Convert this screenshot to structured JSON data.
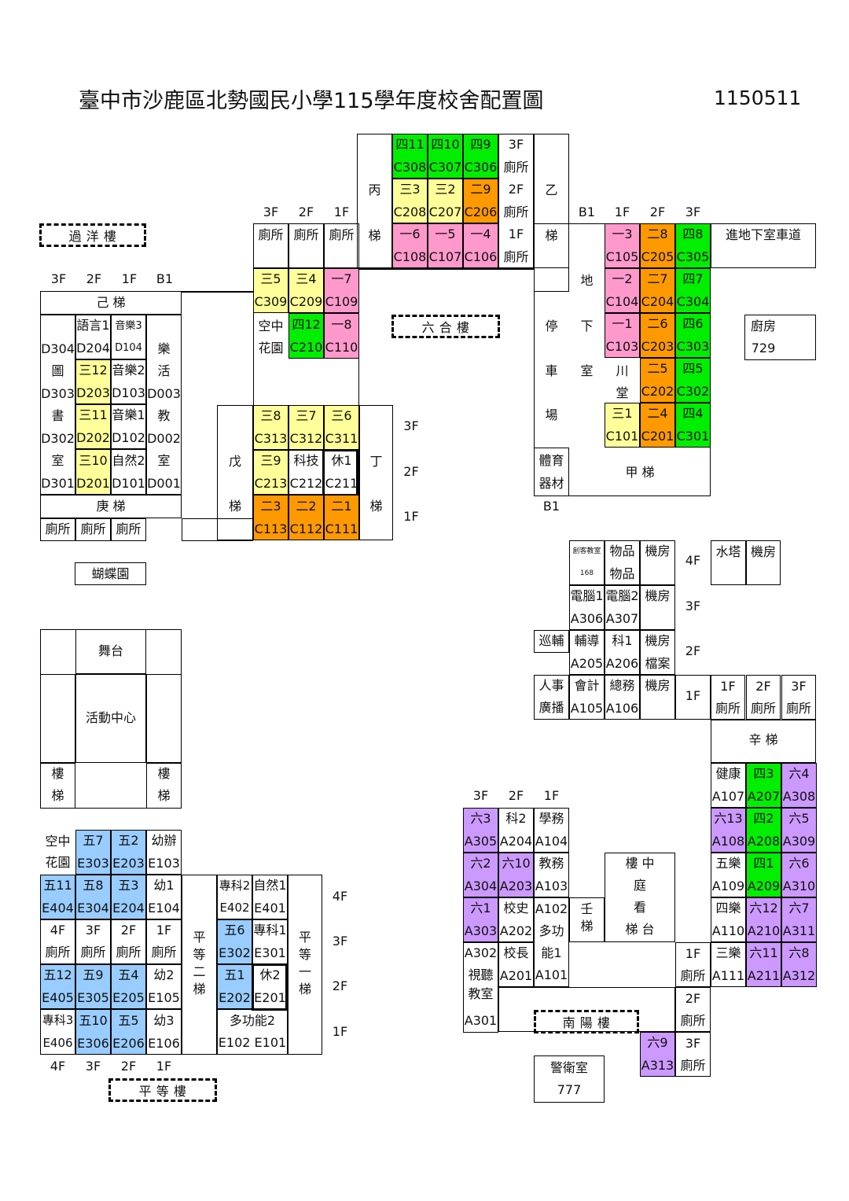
{
  "title": "臺中市沙鹿區北勢國民小學115學年度校舍配置圖",
  "version": "1150511",
  "colors": {
    "green": "#00ee00",
    "yellow": "#ffff99",
    "orange": "#ff9900",
    "pink": "#ff99cc",
    "blue": "#99ccff",
    "purple": "#cc99ff"
  },
  "building_tags": {
    "guoyang": "過 洋 樓",
    "liuhe": "六 合 樓",
    "nanyang": "南 陽 樓",
    "pingdeng": "平 等 樓"
  },
  "labels": {
    "bing": "丙",
    "yi": "乙",
    "ti1": "梯",
    "ti2": "梯",
    "ti3": "梯",
    "ti4": "梯",
    "di": "地",
    "xia": "下",
    "ting": "停",
    "shi": "室",
    "che": "車",
    "chang": "場",
    "chuan": "川",
    "tang": "堂",
    "kong1": "空中",
    "huayuan1": "花園",
    "wu": "戊",
    "ding": "丁",
    "ji": "己 梯",
    "geng": "庚 梯",
    "jia": "甲 梯",
    "tiyu1": "體育",
    "tiyu2": "器材",
    "chufang": "廚房",
    "chufang_no": "729",
    "xin": "辛 梯",
    "butterfly": "蝴蝶園",
    "stage": "舞台",
    "activity": "活動中心",
    "lou1": "樓",
    "ti5": "梯",
    "lou2": "樓",
    "ti6": "梯",
    "ren": "壬",
    "ti7": "梯",
    "tingzhong1": "樓 中",
    "tingzhong2": "庭",
    "tingzhong3": "看",
    "tingzhong4": "梯 台",
    "guard": "警衛室",
    "guard_no": "777",
    "garage": "進地下室車道",
    "shitingjiaoshi": "視聽",
    "shitingjiaoshi2": "教室",
    "duogong": "多功",
    "duogong2": "能1",
    "pingdeng2": "平",
    "pingdeng2b": "等",
    "pingdeng2c": "二",
    "pingdeng2d": "梯",
    "pingdeng1": "平",
    "pingdeng1b": "等",
    "pingdeng1c": "一",
    "pingdeng1d": "梯",
    "duogong3": "多功能2",
    "duogong3no": "E102 E101"
  },
  "floors": {
    "f3": "3F",
    "f2": "2F",
    "f1": "1F",
    "b1": "B1",
    "f4": "4F"
  },
  "rooms": {
    "c308n": "四11",
    "c308": "C308",
    "c307n": "四10",
    "c307": "C307",
    "c306n": "四9",
    "c306": "C306",
    "c208n": "三3",
    "c208": "C208",
    "c207n": "三2",
    "c207": "C207",
    "c206n": "二9",
    "c206": "C206",
    "c108n": "一6",
    "c108": "C108",
    "c107n": "一5",
    "c107": "C107",
    "c106n": "一4",
    "c106": "C106",
    "c105n": "一3",
    "c105": "C105",
    "c205n": "二8",
    "c205": "C205",
    "c305n": "四8",
    "c305": "C305",
    "c104n": "一2",
    "c104": "C104",
    "c204n": "二7",
    "c204": "C204",
    "c304n": "四7",
    "c304": "C304",
    "c103n": "一1",
    "c103": "C103",
    "c203n": "二6",
    "c203": "C203",
    "c303n": "四6",
    "c303": "C303",
    "c202n": "二5",
    "c202": "C202",
    "c302n": "四5",
    "c302": "C302",
    "c101n": "三1",
    "c101": "C101",
    "c201n": "二4",
    "c201": "C201",
    "c301n": "四4",
    "c301": "C301",
    "c309n": "三5",
    "c309": "C309",
    "c209n": "三4",
    "c209": "C209",
    "c109n": "一7",
    "c109": "C109",
    "c210n": "四12",
    "c210": "C210",
    "c110n": "一8",
    "c110": "C110",
    "c313n": "三8",
    "c313": "C313",
    "c312n": "三7",
    "c312": "C312",
    "c311n": "三6",
    "c311": "C311",
    "c213n": "三9",
    "c213": "C213",
    "c212n": "科技",
    "c212": "C212",
    "c211n": "休1",
    "c211": "C211",
    "c113n": "二3",
    "c113": "C113",
    "c112n": "二2",
    "c112": "C112",
    "c111n": "二1",
    "c111": "C111",
    "d204n": "語言1",
    "d204": "D204",
    "d104n": "音樂3",
    "d104": "D104",
    "d304": "D304",
    "d203n": "三12",
    "d203": "D203",
    "d103n": "音樂2",
    "d103": "D103",
    "d303": "D303",
    "d202n": "三11",
    "d202": "D202",
    "d102n": "音樂1",
    "d102": "D102",
    "d302": "D302",
    "d201n": "三10",
    "d201": "D201",
    "d101n": "自然2",
    "d101": "D101",
    "d301": "D301",
    "d003": "D003",
    "d002": "D002",
    "d001": "D001",
    "dcol1a": "圖",
    "dcol1b": "書",
    "dcol1c": "室",
    "dcol4a": "樂",
    "dcol4b": "活",
    "dcol4c": "教",
    "dcol4d": "室",
    "toilet": "廁所",
    "a168n": "創客教室",
    "a168": "168",
    "wupin": "物品",
    "jifang": "機房",
    "shuita": "水塔",
    "a306n": "電腦1",
    "a306": "A306",
    "a307n": "電腦2",
    "a307": "A307",
    "xunfu": "巡輔",
    "a205n": "輔導",
    "a205": "A205",
    "a206n": "科1",
    "a206": "A206",
    "dangan": "檔案",
    "renshi": "人事",
    "guangbo": "廣播",
    "a105n": "會計",
    "a105": "A105",
    "a106n": "總務",
    "a106": "A106",
    "a107n": "健康",
    "a107": "A107",
    "a207n": "四3",
    "a207": "A207",
    "a308n": "六4",
    "a308": "A308",
    "a108n": "六13",
    "a108": "A108",
    "a208n": "四2",
    "a208": "A208",
    "a309n": "六5",
    "a309": "A309",
    "a109n": "五樂",
    "a109": "A109",
    "a209n": "四1",
    "a209": "A209",
    "a310n": "六6",
    "a310": "A310",
    "a110n": "四樂",
    "a110": "A110",
    "a210n": "六12",
    "a210": "A210",
    "a311n": "六7",
    "a311": "A311",
    "a111n": "三樂",
    "a111": "A111",
    "a211n": "六11",
    "a211": "A211",
    "a312n": "六8",
    "a312": "A312",
    "a305n": "六3",
    "a305": "A305",
    "a204n": "科2",
    "a204": "A204",
    "a104n": "學務",
    "a104": "A104",
    "a304n": "六2",
    "a304": "A304",
    "a203n": "六10",
    "a203": "A203",
    "a103n": "教務",
    "a103": "A103",
    "a303n": "六1",
    "a303": "A303",
    "a202n": "校史",
    "a202": "A202",
    "a102": "A102",
    "a302": "A302",
    "a201n": "校長",
    "a201": "A201",
    "a101": "A101",
    "a301": "A301",
    "a313n": "六9",
    "a313": "A313",
    "e303n": "五7",
    "e303": "E303",
    "e203n": "五2",
    "e203": "E203",
    "e103n": "幼辦",
    "e103": "E103",
    "e404n": "五11",
    "e404": "E404",
    "e304n": "五8",
    "e304": "E304",
    "e204n": "五3",
    "e204": "E204",
    "e104n": "幼1",
    "e104": "E104",
    "e405n": "五12",
    "e405": "E405",
    "e305n": "五9",
    "e305": "E305",
    "e205n": "五4",
    "e205": "E205",
    "e105n": "幼2",
    "e105": "E105",
    "e406n": "專科3",
    "e406": "E406",
    "e306n": "五10",
    "e306": "E306",
    "e206n": "五5",
    "e206": "E206",
    "e106n": "幼3",
    "e106": "E106",
    "e402n": "專科2",
    "e402": "E402",
    "e401n": "自然1",
    "e401": "E401",
    "e302n": "五6",
    "e302": "E302",
    "e301n": "專科1",
    "e301": "E301",
    "e202n": "五1",
    "e202": "E202",
    "e201n": "休2",
    "e201": "E201",
    "kong2": "空中",
    "huayuan2": "花園"
  }
}
